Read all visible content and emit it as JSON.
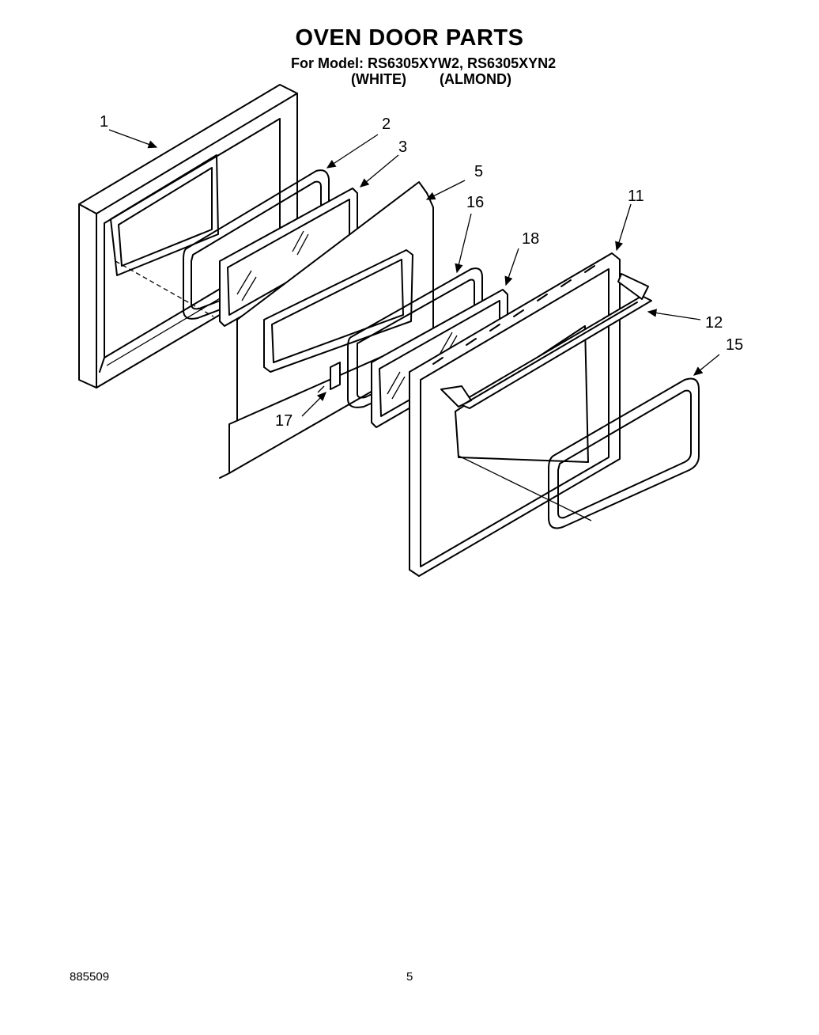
{
  "title": "OVEN DOOR PARTS",
  "model_line": "For Model: RS6305XYW2, RS6305XYN2",
  "variants": [
    "(WHITE)",
    "(ALMOND)"
  ],
  "callouts": [
    "1",
    "2",
    "3",
    "5",
    "16",
    "11",
    "18",
    "12",
    "15",
    "17"
  ],
  "footer": {
    "doc_number": "885509",
    "page": "5"
  }
}
